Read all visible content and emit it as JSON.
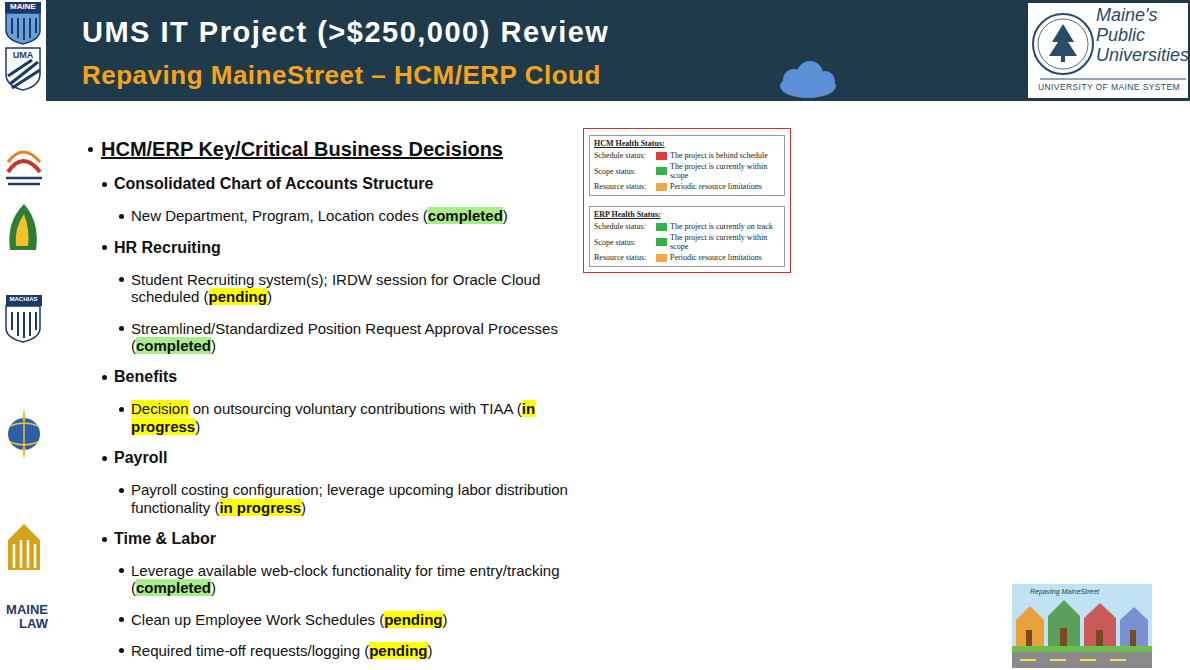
{
  "diagram": {
    "title": "UMS IT Project (>$250,000) Review",
    "nodes": [
      {
        "text": [
          "HCM Health Status:",
          "Schedule status:",
          "The project is behind schedule",
          "Scope status:",
          "The project is currently within scope",
          "Resource status:",
          "Periodic resource limitations"
        ]
      },
      {
        "text": [
          "ERP Health Status:",
          "Schedule status:",
          "The project is currently on track",
          "Scope status:",
          "The project is currently within scope",
          "Resource status:",
          "Periodic resource limitations"
        ]
      }
    ],
    "labels": [
      "Repaving MaineStreet – HCM/ERP Cloud",
      "HCM/ERP Key/Critical Business Decisions",
      "Consolidated Chart of Accounts Structure",
      "New Department, Program, Location codes (",
      "completed",
      ")",
      "HR Recruiting",
      "Student Recruiting system(s); IRDW session for Oracle Cloud scheduled (",
      "pending",
      ")",
      "Streamlined/Standardized Position Request Approval Processes (",
      "completed",
      ")",
      "Benefits",
      "Decision",
      " on outsourcing voluntary contributions with TIAA (",
      "in progress",
      ")",
      "Payroll",
      "Payroll costing configuration; leverage upcoming labor distribution functionality (",
      "in progress",
      ")",
      "Time & Labor",
      "Leverage available web-clock functionality for time entry/tracking (",
      "completed",
      ")",
      "Clean up Employee Work Schedules (",
      "pending",
      ")",
      "Required time-off requests/logging (",
      "pending",
      ")",
      "Maine's Public Universities",
      "UNIVERSITY OF MAINE SYSTEM",
      "MAINE",
      "UMA",
      "MACHIAS",
      "MAINE LAW",
      "Repaving MaineStreet"
    ]
  }
}
